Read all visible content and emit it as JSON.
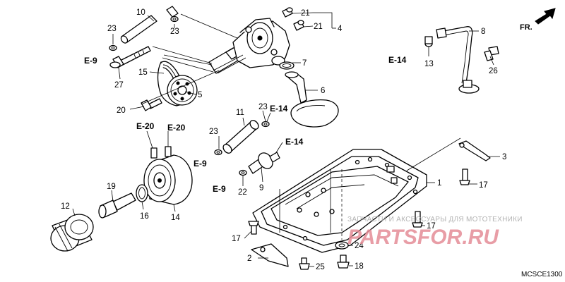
{
  "direction_label": "FR.",
  "diagram_code": "MCSCE1300",
  "watermark": {
    "tagline": "ЗАПЧАСТИ И АКСЕССУАРЫ ДЛЯ МОТОТЕХНИКИ",
    "logo": "PARTSFOR.RU"
  },
  "callouts": {
    "c1": "1",
    "c2": "2",
    "c3": "3",
    "c4": "4",
    "c5": "5",
    "c6": "6",
    "c7": "7",
    "c8": "8",
    "c9": "9",
    "c10": "10",
    "c11": "11",
    "c12": "12",
    "c13": "13",
    "c14": "14",
    "c15": "15",
    "c16": "16",
    "c17a": "17",
    "c17b": "17",
    "c17c": "17",
    "c18": "18",
    "c19": "19",
    "c20": "20",
    "c21a": "21",
    "c21b": "21",
    "c22": "22",
    "c23a": "23",
    "c23b": "23",
    "c23c": "23",
    "c23d": "23",
    "c24": "24",
    "c25": "25",
    "c26": "26",
    "c27": "27"
  },
  "references": {
    "e9a": "E-9",
    "e9b": "E-9",
    "e9c": "E-9",
    "e14a": "E-14",
    "e14b": "E-14",
    "e14c": "E-14",
    "e20a": "E-20",
    "e20b": "E-20"
  }
}
